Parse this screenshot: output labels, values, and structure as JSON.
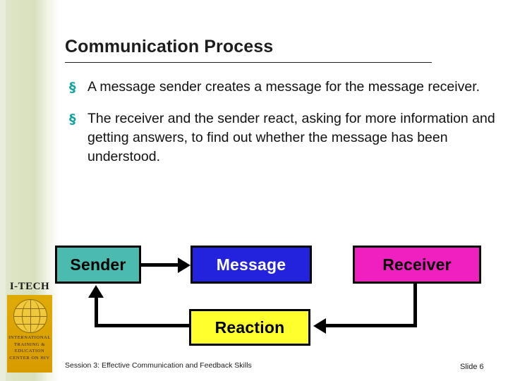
{
  "slide": {
    "title": "Communication Process",
    "bullets": [
      {
        "marker": "§",
        "text": "A message sender creates a message for the message receiver."
      },
      {
        "marker": "§",
        "text": "The receiver and the sender react, asking for more information and getting answers, to find out whether the message has been understood."
      }
    ],
    "diagram": {
      "nodes": [
        {
          "label": "Sender",
          "color": "#4bbbb0"
        },
        {
          "label": "Message",
          "color": "#2323dd"
        },
        {
          "label": "Receiver",
          "color": "#f020c0"
        },
        {
          "label": "Reaction",
          "color": "#ffff2e"
        }
      ]
    },
    "footer": {
      "session": "Session 3: Effective Communication and Feedback Skills",
      "slide_number": "Slide 6"
    },
    "logo": {
      "title": "I-TECH",
      "lines": "INTERNATIONAL\nTRAINING &\nEDUCATION\nCENTER ON HIV"
    }
  }
}
